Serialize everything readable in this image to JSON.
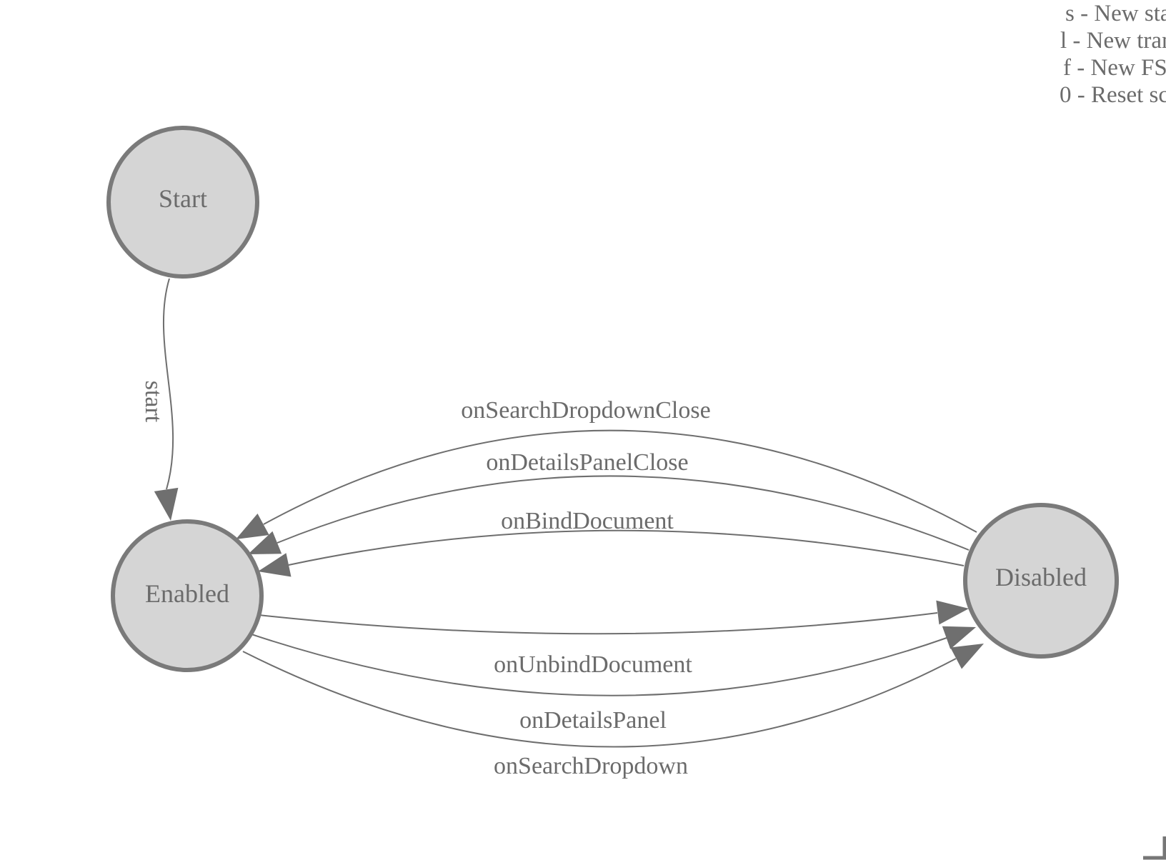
{
  "diagram": {
    "type": "fsm-state-diagram",
    "nodes": [
      {
        "id": "start",
        "label": "Start"
      },
      {
        "id": "enabled",
        "label": "Enabled"
      },
      {
        "id": "disabled",
        "label": "Disabled"
      }
    ],
    "edges": [
      {
        "from": "Start",
        "to": "Enabled",
        "label": "start"
      },
      {
        "from": "Disabled",
        "to": "Enabled",
        "label": "onSearchDropdownClose"
      },
      {
        "from": "Disabled",
        "to": "Enabled",
        "label": "onDetailsPanelClose"
      },
      {
        "from": "Disabled",
        "to": "Enabled",
        "label": "onBindDocument"
      },
      {
        "from": "Enabled",
        "to": "Disabled",
        "label": "onUnbindDocument"
      },
      {
        "from": "Enabled",
        "to": "Disabled",
        "label": "onDetailsPanel"
      },
      {
        "from": "Enabled",
        "to": "Disabled",
        "label": "onSearchDropdown"
      }
    ]
  },
  "legend": {
    "lines": [
      {
        "text": "s - New sta"
      },
      {
        "text": "l - New tran"
      },
      {
        "text": "f - New FS"
      },
      {
        "text": "0 - Reset sc"
      }
    ]
  },
  "colors": {
    "node_fill": "#d5d5d5",
    "node_stroke": "#7a7a7a",
    "edge": "#6e6e6e",
    "text": "#6b6b6b",
    "arrow": "#6f6f6f",
    "corner": "#767676"
  }
}
